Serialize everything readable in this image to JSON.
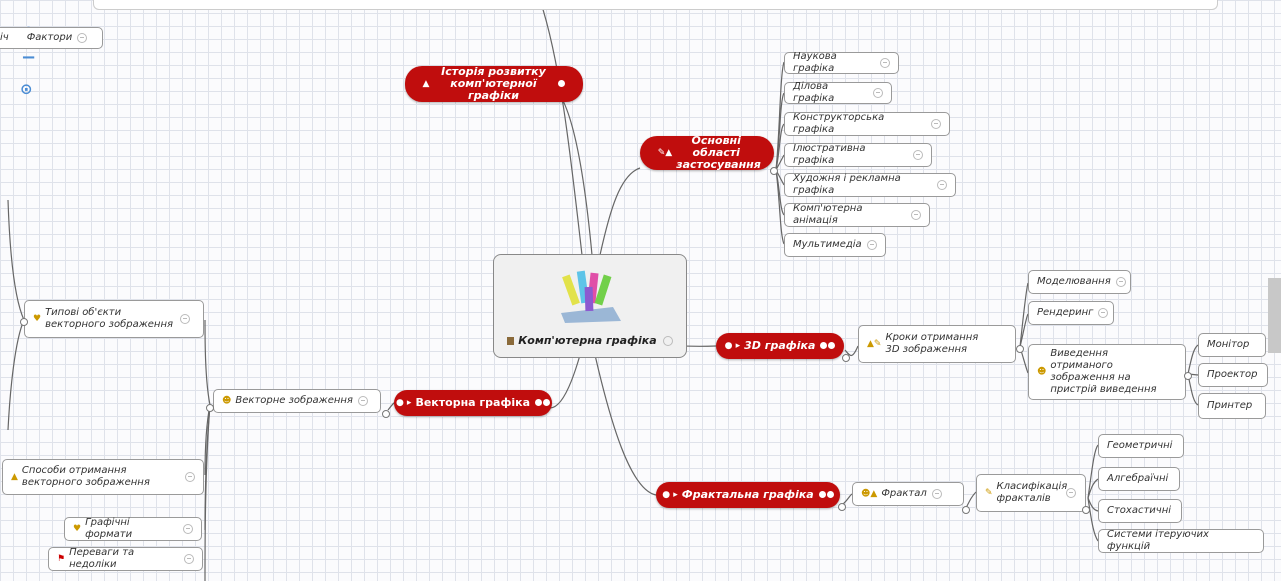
{
  "central": {
    "label": "Комп'ютерна графіка"
  },
  "topics": {
    "history": "Історія розвитку комп'ютерної графіки",
    "areas": "Основні області застосування",
    "graphics3d": "3D графіка",
    "vector": "Векторна графіка",
    "fractal": "Фрактальна графіка"
  },
  "areas": [
    "Наукова графіка",
    "Ділова графіка",
    "Конструкторська графіка",
    "Ілюстративна графіка",
    "Художня і рекламна графіка",
    "Комп'ютерна анімація",
    "Мультимедіа"
  ],
  "steps3d": {
    "label": "Кроки отримання 3D зображення",
    "items": [
      "Моделювання",
      "Рендеринг",
      "Виведення отриманого зображення на пристрій виведення"
    ],
    "devices": [
      "Монітор",
      "Проектор",
      "Принтер"
    ]
  },
  "fractal": {
    "label": "Фрактал",
    "classification": "Класифікація фракталів",
    "types": [
      "Геометричні",
      "Алгебраїчні",
      "Стохастичні",
      "Системи ітеруючих функцій"
    ]
  },
  "vector": {
    "image": "Векторне зображення",
    "children": [
      "Типові об'єкти векторного зображення",
      "Способи отримання векторного зображення",
      "Графічні формати",
      "Переваги та недоліки"
    ]
  },
  "left_edge": {
    "factors": "Фактори",
    "factors_prefix": "іч"
  },
  "controls": {
    "zoom_in": "+",
    "zoom_out": "−",
    "locate": "⊙"
  },
  "colors": {
    "main_topic": "#c00d0d",
    "accent": "#4a8cd4"
  }
}
